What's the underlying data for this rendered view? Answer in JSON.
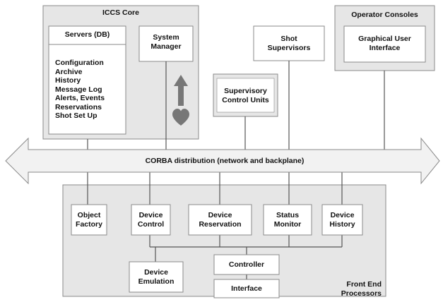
{
  "diagram": {
    "iccs_core": {
      "title": "ICCS Core",
      "servers": {
        "title": "Servers (DB)",
        "items": "Configuration\nArchive\nHistory\nMessage Log\nAlerts, Events\nReservations\nShot Set Up"
      },
      "system_manager": "System\nManager"
    },
    "shot_supervisors": "Shot\nSupervisors",
    "supervisory_control_units": "Supervisory\nControl Units",
    "operator_consoles": {
      "title": "Operator Consoles",
      "gui": "Graphical User\nInterface"
    },
    "corba_bus": "CORBA distribution (network and backplane)",
    "front_end_processors": {
      "title": "Front End\nProcessors",
      "object_factory": "Object\nFactory",
      "device_control": "Device\nControl",
      "device_reservation": "Device\nReservation",
      "status_monitor": "Status\nMonitor",
      "device_history": "Device\nHistory",
      "device_emulation": "Device\nEmulation",
      "controller": "Controller",
      "interface": "Interface"
    }
  },
  "colors": {
    "panel_fill": "#e6e6e6",
    "box_fill": "#ffffff",
    "arrow_fill": "#f2f2f2",
    "border": "#8a8a8a",
    "line": "#555555",
    "icon": "#777777"
  }
}
